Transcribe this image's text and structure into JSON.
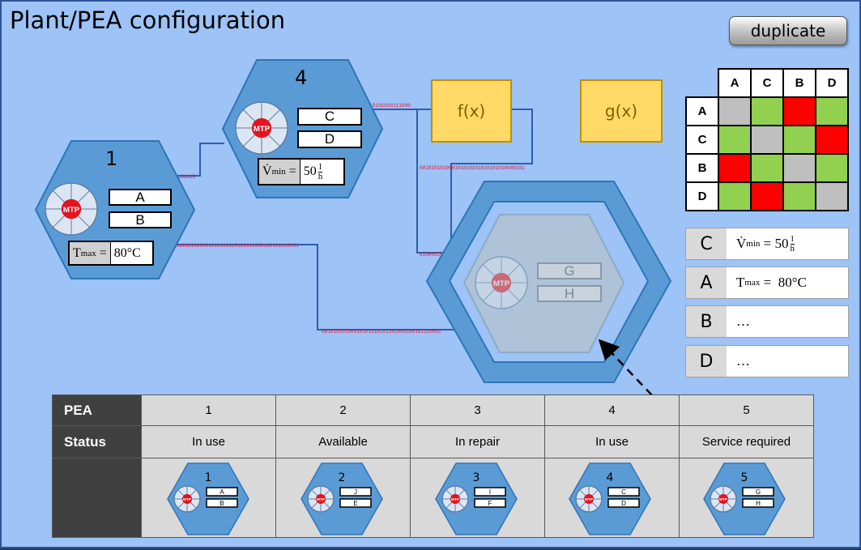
{
  "title": "Plant/PEA configuration",
  "duplicate_label": "duplicate",
  "pea1": {
    "number": "1",
    "slots": [
      "A",
      "B"
    ],
    "formula_lhs": "T",
    "formula_sub": "max",
    "formula_rhs": "80°C"
  },
  "pea4": {
    "number": "4",
    "slots": [
      "C",
      "D"
    ],
    "formula_lhs": "V̇",
    "formula_sub": "min",
    "formula_rhs": "50",
    "frac_num": "l",
    "frac_den": "h"
  },
  "pea_dup": {
    "slots": [
      "G",
      "H"
    ]
  },
  "functions": {
    "f": "f(x)",
    "g": "g(x)"
  },
  "mtp_label": "MTP",
  "binary_text": "0010101011100010101",
  "matrix": {
    "cols": [
      "A",
      "C",
      "B",
      "D"
    ],
    "rows": [
      {
        "label": "A",
        "cells": [
          "gray",
          "green",
          "red",
          "green"
        ]
      },
      {
        "label": "C",
        "cells": [
          "green",
          "gray",
          "green",
          "red"
        ]
      },
      {
        "label": "B",
        "cells": [
          "red",
          "green",
          "gray",
          "green"
        ]
      },
      {
        "label": "D",
        "cells": [
          "green",
          "red",
          "green",
          "gray"
        ]
      }
    ]
  },
  "params": [
    {
      "key": "C",
      "lhs": "V̇",
      "sub": "min",
      "eq": "=",
      "value": "50",
      "frac_num": "l",
      "frac_den": "h"
    },
    {
      "key": "A",
      "lhs": "T",
      "sub": "max",
      "eq": "=",
      "value": "80°C"
    },
    {
      "key": "B",
      "value": "…"
    },
    {
      "key": "D",
      "value": "…"
    }
  ],
  "table": {
    "row_pea": "PEA",
    "row_status": "Status",
    "columns": [
      {
        "pea": "1",
        "status": "In use",
        "slots": [
          "A",
          "B"
        ]
      },
      {
        "pea": "2",
        "status": "Available",
        "slots": [
          "J",
          "E"
        ]
      },
      {
        "pea": "3",
        "status": "In repair",
        "slots": [
          "I",
          "F"
        ]
      },
      {
        "pea": "4",
        "status": "In use",
        "slots": [
          "C",
          "D"
        ]
      },
      {
        "pea": "5",
        "status": "Service required",
        "slots": [
          "G",
          "H"
        ]
      }
    ]
  },
  "colors": {
    "background": "#9dc3f7",
    "hex": "#5b9bd5",
    "hex_border": "#2e75b6",
    "green": "#92d050",
    "red": "#ff0000",
    "gray": "#bfbfbf",
    "func": "#ffd966"
  }
}
